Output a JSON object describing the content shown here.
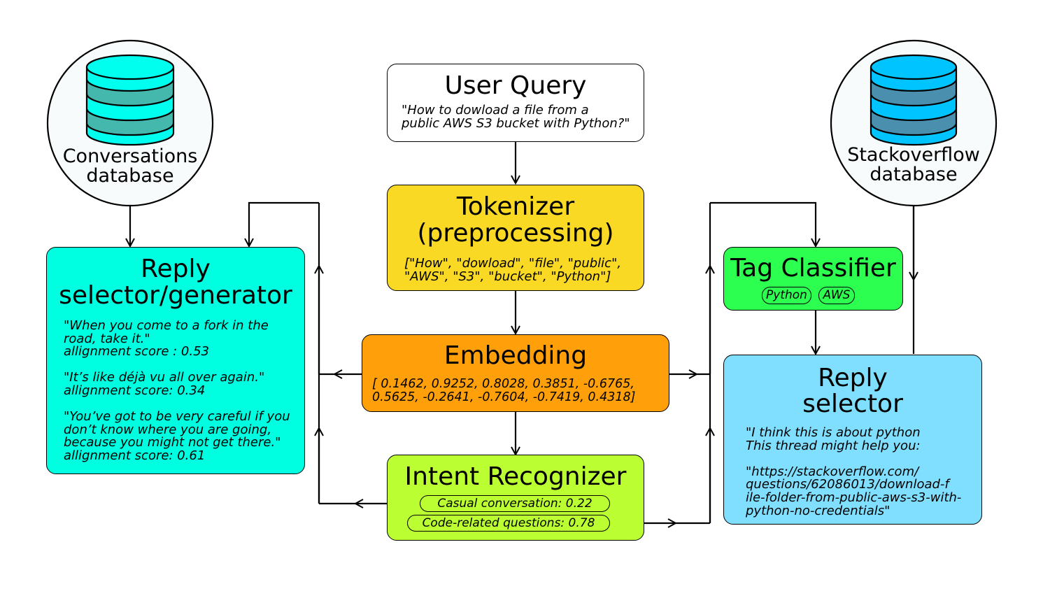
{
  "user_query": {
    "title": "User Query",
    "text": "\"How to dowload a file from a\npublic AWS S3 bucket with Python?\""
  },
  "tokenizer": {
    "title": "Tokenizer\n(preprocessing)",
    "tokens": "[\"How\", \"dowload\", \"file\", \"public\",\n\"AWS\", \"S3\", \"bucket\", \"Python\"]",
    "color": "#f9d923"
  },
  "embedding": {
    "title": "Embedding",
    "vector": "[ 0.1462,  0.9252,  0.8028,  0.3851, -0.6765,\n0.5625, -0.2641, -0.7604, -0.7419,  0.4318]",
    "color": "#ffa00a"
  },
  "intent_recognizer": {
    "title": "Intent Recognizer",
    "intents": [
      "Casual conversation:  0.22",
      "Code-related questions: 0.78"
    ],
    "color": "#bbff33"
  },
  "conversations_db": {
    "label": "Conversations\ndatabase",
    "icon": "database-icon",
    "color": "#00ffee",
    "band_color": "#45b8ad"
  },
  "stackoverflow_db": {
    "label": "Stackoverflow\ndatabase",
    "icon": "database-icon",
    "color": "#00c4ff",
    "band_color": "#4a8fae"
  },
  "reply_generator": {
    "title": "Reply\nselector/generator",
    "replies": [
      "\"When you come to a fork in the\nroad, take it.\"\nallignment score : 0.53",
      "\"It’s like déjà vu all over again.\"\nallignment score: 0.34",
      "\"You’ve got to be very careful if you\ndon’t know where you are going,\nbecause you might not get there.\"\nallignment score: 0.61"
    ],
    "color": "#00ffe0"
  },
  "tag_classifier": {
    "title": "Tag Classifier",
    "tags": [
      "Python",
      "AWS"
    ],
    "color": "#2dff50"
  },
  "reply_selector": {
    "title": "Reply\nselector",
    "text": "\"I think this is about python\nThis thread might help you:\n\n\"https://stackoverflow.com/\nquestions/62086013/download-f\nile-folder-from-public-aws-s3-with-\npython-no-credentials\"",
    "color": "#80dfff"
  }
}
